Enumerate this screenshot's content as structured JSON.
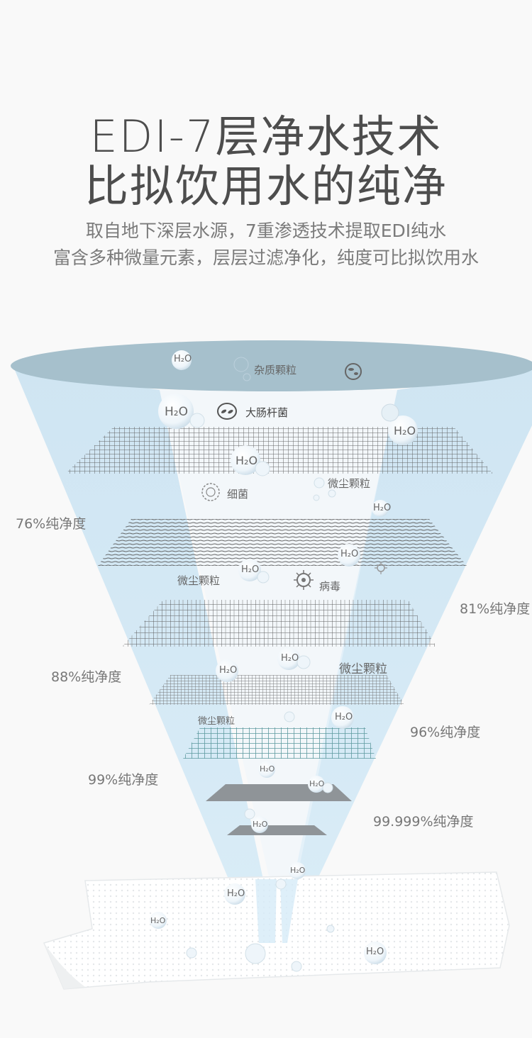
{
  "header": {
    "title_line1": "EDI-7层净水技术",
    "title_line2": "比拟饮用水的纯净",
    "subtitle_line1": "取自地下深层水源，7重渗透技术提取EDI纯水",
    "subtitle_line2": "富含多种微量元素，层层过滤净化，纯度可比拟饮用水"
  },
  "purity_labels": {
    "p76": "76%纯净度",
    "p81": "81%纯净度",
    "p88": "88%纯净度",
    "p96": "96%纯净度",
    "p99": "99%纯净度",
    "p99999": "99.999%纯净度"
  },
  "impurity_tags": {
    "impurities": "杂质颗粒",
    "ecoli": "大肠杆菌",
    "bacteria": "细菌",
    "dust1": "微尘颗粒",
    "dust2": "微尘颗粒",
    "virus": "病毒",
    "dust3": "微尘颗粒",
    "dust4": "微尘颗粒"
  },
  "molecule_label": "H₂O",
  "colors": {
    "disc": "#a5bfcb",
    "beam": "#cfe6f4",
    "mesh": "#555555",
    "teal_mesh": "#5e9aa0",
    "tissue": "#ffffff"
  }
}
